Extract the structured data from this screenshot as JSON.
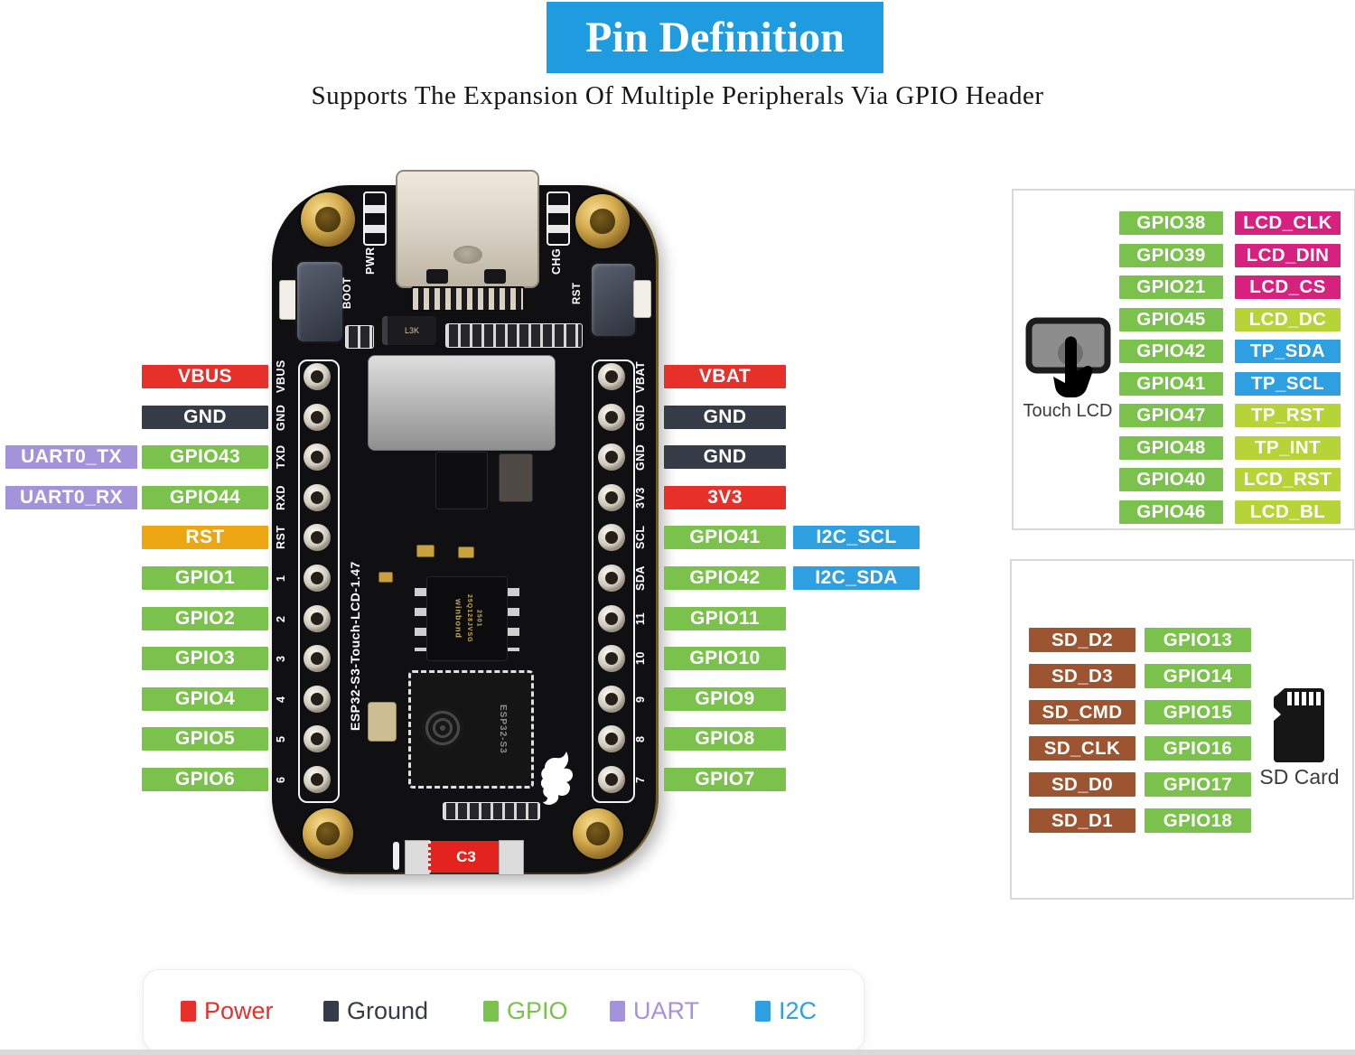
{
  "header": {
    "title": "Pin Definition",
    "subtitle": "Supports The Expansion Of Multiple Peripherals Via GPIO Header",
    "title_bg": "#1f9bdf"
  },
  "board": {
    "model_vertical": "ESP32-S3-Touch-LCD-1.47",
    "pwr": "PWR",
    "chg": "CHG",
    "boot": "BOOT",
    "rst": "RST",
    "diode": "L3K",
    "flash": {
      "brand": "winbond",
      "part": "25Q128JVSG",
      "lot": "2501"
    },
    "soc": "ESP32-S3",
    "c3": "C3",
    "left_silkscreen": [
      "VBUS",
      "GND",
      "TXD",
      "RXD",
      "RST",
      "1",
      "2",
      "3",
      "4",
      "5",
      "6"
    ],
    "right_silkscreen": [
      "VBAT",
      "GND",
      "GND",
      "3V3",
      "SCL",
      "SDA",
      "11",
      "10",
      "9",
      "8",
      "7"
    ]
  },
  "left_pins": [
    {
      "label": "VBUS",
      "type": "power"
    },
    {
      "label": "GND",
      "type": "ground"
    },
    {
      "label": "GPIO43",
      "type": "gpio",
      "alt": "UART0_TX",
      "alt_type": "uart"
    },
    {
      "label": "GPIO44",
      "type": "gpio",
      "alt": "UART0_RX",
      "alt_type": "uart"
    },
    {
      "label": "RST",
      "type": "reset"
    },
    {
      "label": "GPIO1",
      "type": "gpio"
    },
    {
      "label": "GPIO2",
      "type": "gpio"
    },
    {
      "label": "GPIO3",
      "type": "gpio"
    },
    {
      "label": "GPIO4",
      "type": "gpio"
    },
    {
      "label": "GPIO5",
      "type": "gpio"
    },
    {
      "label": "GPIO6",
      "type": "gpio"
    }
  ],
  "right_pins": [
    {
      "label": "VBAT",
      "type": "power"
    },
    {
      "label": "GND",
      "type": "ground"
    },
    {
      "label": "GND",
      "type": "ground"
    },
    {
      "label": "3V3",
      "type": "power"
    },
    {
      "label": "GPIO41",
      "type": "gpio",
      "alt": "I2C_SCL",
      "alt_type": "i2c"
    },
    {
      "label": "GPIO42",
      "type": "gpio",
      "alt": "I2C_SDA",
      "alt_type": "i2c"
    },
    {
      "label": "GPIO11",
      "type": "gpio"
    },
    {
      "label": "GPIO10",
      "type": "gpio"
    },
    {
      "label": "GPIO9",
      "type": "gpio"
    },
    {
      "label": "GPIO8",
      "type": "gpio"
    },
    {
      "label": "GPIO7",
      "type": "gpio"
    }
  ],
  "touch_lcd_panel": {
    "caption": "Touch LCD",
    "rows": [
      {
        "gpio": "GPIO38",
        "signal": "LCD_CLK",
        "signal_color": "magenta"
      },
      {
        "gpio": "GPIO39",
        "signal": "LCD_DIN",
        "signal_color": "magenta"
      },
      {
        "gpio": "GPIO21",
        "signal": "LCD_CS",
        "signal_color": "magenta"
      },
      {
        "gpio": "GPIO45",
        "signal": "LCD_DC",
        "signal_color": "lime"
      },
      {
        "gpio": "GPIO42",
        "signal": "TP_SDA",
        "signal_color": "blue"
      },
      {
        "gpio": "GPIO41",
        "signal": "TP_SCL",
        "signal_color": "blue"
      },
      {
        "gpio": "GPIO47",
        "signal": "TP_RST",
        "signal_color": "lime"
      },
      {
        "gpio": "GPIO48",
        "signal": "TP_INT",
        "signal_color": "lime"
      },
      {
        "gpio": "GPIO40",
        "signal": "LCD_RST",
        "signal_color": "lime"
      },
      {
        "gpio": "GPIO46",
        "signal": "LCD_BL",
        "signal_color": "lime"
      }
    ]
  },
  "sd_panel": {
    "caption": "SD Card",
    "rows": [
      {
        "signal": "SD_D2",
        "gpio": "GPIO13"
      },
      {
        "signal": "SD_D3",
        "gpio": "GPIO14"
      },
      {
        "signal": "SD_CMD",
        "gpio": "GPIO15"
      },
      {
        "signal": "SD_CLK",
        "gpio": "GPIO16"
      },
      {
        "signal": "SD_D0",
        "gpio": "GPIO17"
      },
      {
        "signal": "SD_D1",
        "gpio": "GPIO18"
      }
    ]
  },
  "legend": {
    "items": [
      {
        "label": "Power",
        "color": "#e73029"
      },
      {
        "label": "Ground",
        "color": "#353b47"
      },
      {
        "label": "GPIO",
        "color": "#7bc24d"
      },
      {
        "label": "UART",
        "color": "#a393da"
      },
      {
        "label": "I2C",
        "color": "#2e9fe0"
      }
    ]
  },
  "palette": {
    "red": "#e73029",
    "dark": "#353b47",
    "green": "#7bc24d",
    "purple": "#a393da",
    "orange": "#eba612",
    "blue": "#2e9fe0",
    "magenta": "#d6217f",
    "lime": "#b6d438",
    "brown": "#9d5430",
    "title_blue": "#1f9bdf"
  }
}
